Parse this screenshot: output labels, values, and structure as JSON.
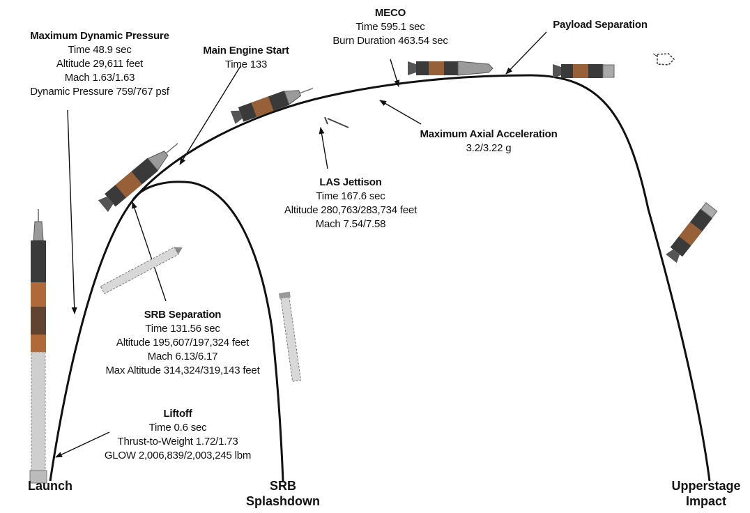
{
  "events": {
    "max_q": {
      "title": "Maximum Dynamic Pressure",
      "lines": [
        "Time 48.9 sec",
        "Altitude 29,611 feet",
        "Mach 1.63/1.63",
        "Dynamic Pressure 759/767 psf"
      ]
    },
    "main_engine_start": {
      "title": "Main Engine Start",
      "lines": [
        "Time 133"
      ]
    },
    "meco": {
      "title": "MECO",
      "lines": [
        "Time 595.1 sec",
        "Burn Duration 463.54 sec"
      ]
    },
    "payload_separation": {
      "title": "Payload Separation",
      "lines": []
    },
    "max_axial_accel": {
      "title": "Maximum Axial Acceleration",
      "lines": [
        "3.2/3.22 g"
      ]
    },
    "las_jettison": {
      "title": "LAS Jettison",
      "lines": [
        "Time 167.6 sec",
        "Altitude 280,763/283,734 feet",
        "Mach 7.54/7.58"
      ]
    },
    "srb_separation": {
      "title": "SRB Separation",
      "lines": [
        "Time 131.56 sec",
        "Altitude 195,607/197,324 feet",
        "Mach 6.13/6.17",
        "Max Altitude 314,324/319,143 feet"
      ]
    },
    "liftoff": {
      "title": "Liftoff",
      "lines": [
        "Time 0.6 sec",
        "Thrust-to-Weight 1.72/1.73",
        "GLOW 2,006,839/2,003,245 lbm"
      ]
    }
  },
  "ground_points": {
    "launch": [
      "Launch"
    ],
    "srb_splashdown": [
      "SRB",
      "Splashdown"
    ],
    "upperstage_impact": [
      "Upperstage",
      "Impact"
    ]
  },
  "colors": {
    "line": "#111111",
    "stage_dark": "#3a3a3a",
    "stage_orange": "#b06a3a",
    "capsule": "#9a9a9a"
  }
}
